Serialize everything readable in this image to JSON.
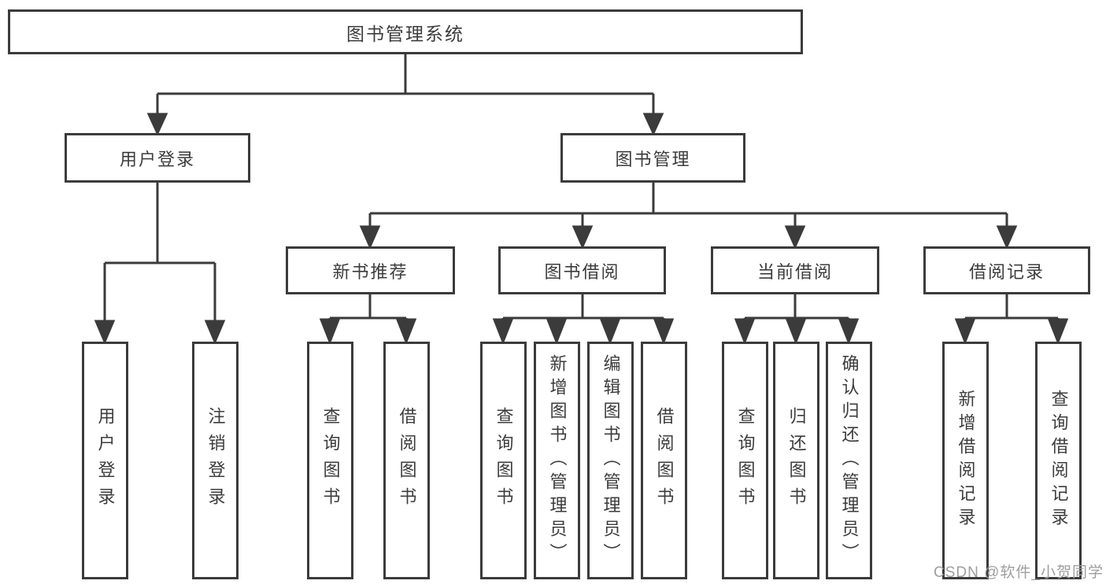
{
  "colors": {
    "line": "#3b3b3b",
    "text": "#3c3c3c",
    "background": "#ffffff",
    "watermark_text": "#9e9e9e"
  },
  "tree": {
    "root": {
      "label": "图书管理系统"
    },
    "branches": [
      {
        "label": "用户登录",
        "children": [
          {
            "label": "用户登录"
          },
          {
            "label": "注销登录"
          }
        ]
      },
      {
        "label": "图书管理",
        "children": [
          {
            "label": "新书推荐",
            "children": [
              {
                "label": "查询图书"
              },
              {
                "label": "借阅图书"
              }
            ]
          },
          {
            "label": "图书借阅",
            "children": [
              {
                "label": "查询图书"
              },
              {
                "label": "新增图书（管理员）"
              },
              {
                "label": "编辑图书（管理员）"
              },
              {
                "label": "借阅图书"
              }
            ]
          },
          {
            "label": "当前借阅",
            "children": [
              {
                "label": "查询图书"
              },
              {
                "label": "归还图书"
              },
              {
                "label": "确认归还（管理员）"
              }
            ]
          },
          {
            "label": "借阅记录",
            "children": [
              {
                "label": "新增借阅记录"
              },
              {
                "label": "查询借阅记录"
              }
            ]
          }
        ]
      }
    ]
  },
  "watermark": "CSDN @软件_小贺同学"
}
